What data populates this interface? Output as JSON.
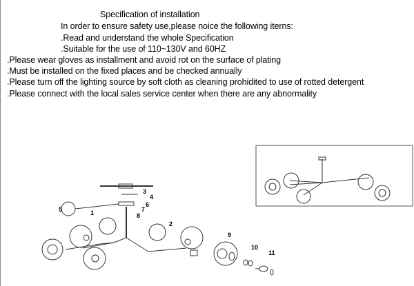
{
  "title": "Specification of installation",
  "intro": "In order to ensure safety use,please noice the following iterns:",
  "items_indented": [
    ".Read and understand the whole Specification",
    ".Suitable for the use of 110~130V and 60HZ"
  ],
  "items": [
    ".Please wear gloves as installment and avoid rot on the surface of plating",
    ".Must be installed on the fixed places and be checked annually",
    ".Please turn off the lighting source by soft cloth as cleaning prohidited to use of rotted detergent",
    ".Please connect with the local sales service center when there are any abnormality"
  ],
  "diagram": {
    "part_labels": [
      "1",
      "2",
      "3",
      "4",
      "5",
      "6",
      "7",
      "8",
      "9",
      "10",
      "11"
    ]
  }
}
